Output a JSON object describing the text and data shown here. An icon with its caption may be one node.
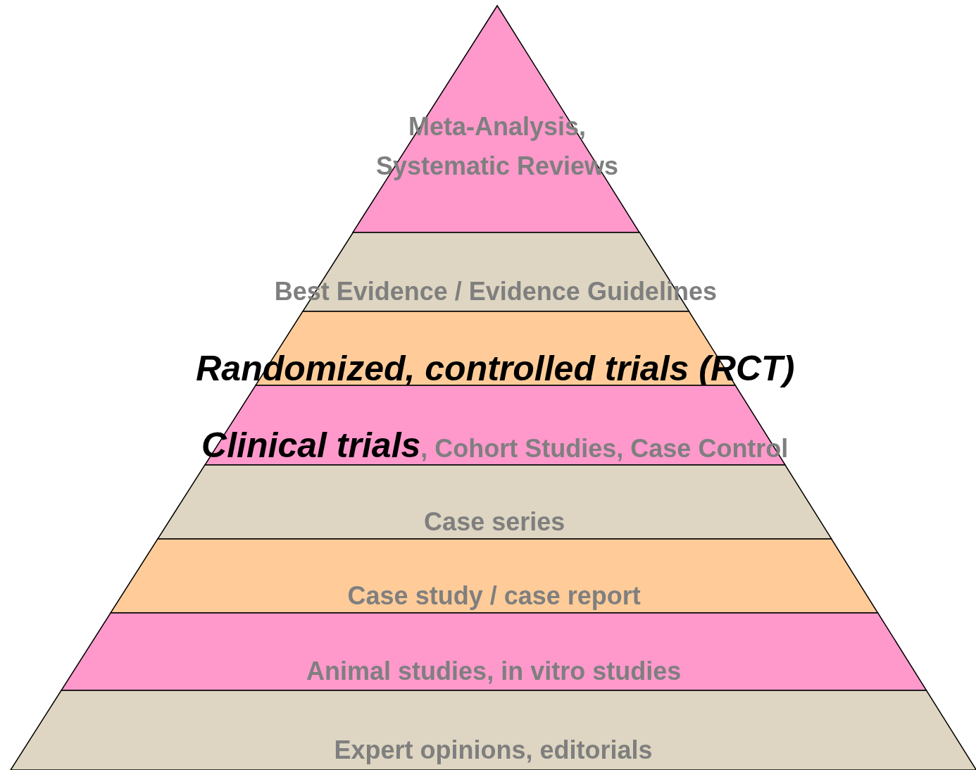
{
  "diagram": {
    "nodes": [
      {
        "text": [
          "Meta-Analysis, Systematic Reviews"
        ]
      },
      {
        "text": [
          "Best Evidence / Evidence Guidelines"
        ]
      },
      {
        "text": [
          "Randomized, controlled trials (RCT)"
        ]
      },
      {
        "text": [
          "*Clinical trials*, Cohort Studies, Case Control"
        ]
      },
      {
        "text": [
          "Case series"
        ]
      },
      {
        "text": [
          "Case study / case report"
        ]
      },
      {
        "text": [
          "Animal studies, in vitro studies"
        ]
      },
      {
        "text": [
          "Expert opinions, editorials"
        ]
      }
    ]
  }
}
